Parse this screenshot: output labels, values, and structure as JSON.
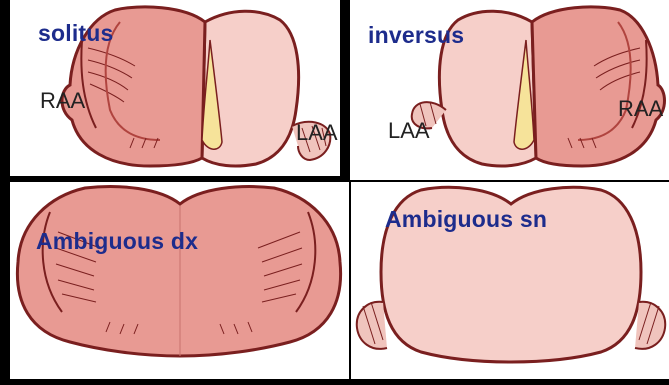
{
  "panels": {
    "solitus": {
      "label": "solitus",
      "raa": "RAA",
      "laa": "LAA"
    },
    "inversus": {
      "label": "inversus",
      "raa": "RAA",
      "laa": "LAA"
    },
    "ambig_dx": {
      "label": "Ambiguous dx"
    },
    "ambig_sn": {
      "label": "Ambiguous sn"
    }
  },
  "colors": {
    "label": "#1d2c8c",
    "background": "#000000",
    "right_atrium_fill": "#e89a93",
    "left_atrium_fill": "#f6cfc9",
    "outline": "#7a1f1f",
    "inner_line": "#b0443f",
    "septum_fill": "#f6e39a"
  }
}
